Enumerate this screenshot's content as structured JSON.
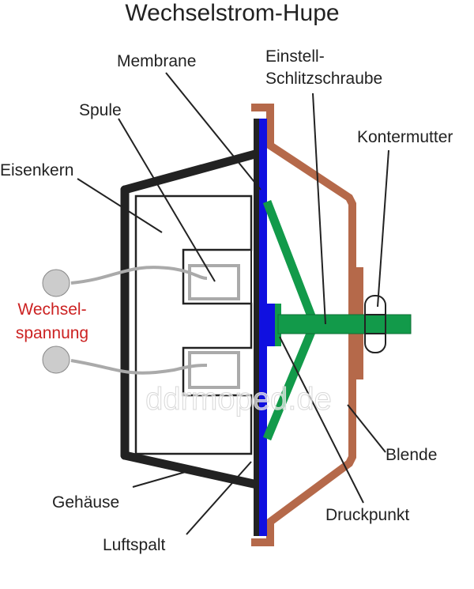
{
  "title": "Wechselstrom-Hupe",
  "labels": {
    "membrane": "Membrane",
    "screw_line1": "Einstell-",
    "screw_line2": "Schlitzschraube",
    "spule": "Spule",
    "kontermutter": "Kontermutter",
    "eisenkern": "Eisenkern",
    "voltage_line1": "Wechsel-",
    "voltage_line2": "spannung",
    "blende": "Blende",
    "gehaeuse": "Gehäuse",
    "druckpunkt": "Druckpunkt",
    "luftspalt": "Luftspalt"
  },
  "watermark": "ddrmoped.de",
  "colors": {
    "housing": "#222222",
    "membrane": "#1010e0",
    "cover": "#b5694a",
    "spring": "#129a4a",
    "coil": "#aaaaaa",
    "terminal": "#cccccc",
    "voltage_label": "#cc2222",
    "leader_line": "#222222"
  }
}
